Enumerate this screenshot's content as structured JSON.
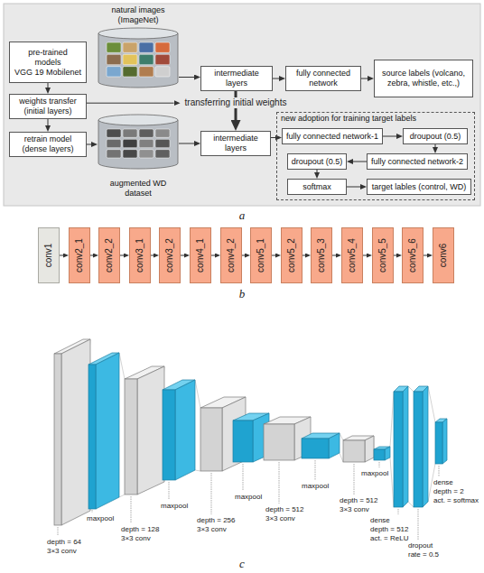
{
  "diagram": {
    "nodes": [
      {
        "text": [
          "natural images (ImageNet)"
        ]
      },
      {
        "text": [
          "pre-trained models",
          "VGG 19 Mobilenet"
        ]
      },
      {
        "text": [
          "intermediate layers"
        ]
      },
      {
        "text": [
          "fully connected network"
        ]
      },
      {
        "text": [
          "source labels (volcano, zebra, whistle, etc.,)"
        ]
      },
      {
        "text": [
          "weights transfer (initial layers)"
        ]
      },
      {
        "text": [
          "retrain model (dense layers)"
        ]
      },
      {
        "text": [
          "augmented WD dataset"
        ]
      },
      {
        "text": [
          "intermediate layers"
        ]
      },
      {
        "text": [
          "new adoption for training target labels"
        ]
      },
      {
        "text": [
          "fully connected network-1"
        ],
        "in": 9
      },
      {
        "text": [
          "droupout (0.5)"
        ],
        "in": 9
      },
      {
        "text": [
          "fully connected network-2"
        ],
        "in": 9
      },
      {
        "text": [
          "droupout (0.5)"
        ],
        "in": 9
      },
      {
        "text": [
          "softmax"
        ],
        "in": 9
      },
      {
        "text": [
          "target lables (control, WD)"
        ],
        "in": 9
      },
      {
        "text": [
          "conv1"
        ]
      },
      {
        "text": [
          "conv2_1"
        ]
      },
      {
        "text": [
          "conv2_2"
        ]
      },
      {
        "text": [
          "conv3_1"
        ]
      },
      {
        "text": [
          "conv3_2"
        ]
      },
      {
        "text": [
          "conv4_1"
        ]
      },
      {
        "text": [
          "conv4_2"
        ]
      },
      {
        "text": [
          "conv5_1"
        ]
      },
      {
        "text": [
          "conv5_2"
        ]
      },
      {
        "text": [
          "conv5_3"
        ]
      },
      {
        "text": [
          "conv5_4"
        ]
      },
      {
        "text": [
          "conv5_5"
        ]
      },
      {
        "text": [
          "conv5_6"
        ]
      },
      {
        "text": [
          "conv6"
        ]
      }
    ],
    "edges": [
      {
        "from": 1,
        "to": 5,
        "arrow": "to"
      },
      {
        "from": 5,
        "to": 6,
        "arrow": "to"
      },
      {
        "from": 6,
        "to": 7,
        "arrow": "to"
      },
      {
        "from": 0,
        "to": 2,
        "arrow": "to"
      },
      {
        "from": 2,
        "to": 3,
        "arrow": "to"
      },
      {
        "from": 3,
        "to": 4,
        "arrow": "to"
      },
      {
        "from": 7,
        "to": 8,
        "arrow": "to"
      },
      {
        "from": 2,
        "to": 8,
        "label": "transferring initial weights",
        "arrow": "to"
      },
      {
        "from": 8,
        "to": 10,
        "arrow": "to"
      },
      {
        "from": 10,
        "to": 11,
        "arrow": "to"
      },
      {
        "from": 11,
        "to": 12,
        "arrow": "to"
      },
      {
        "from": 12,
        "to": 13,
        "arrow": "to"
      },
      {
        "from": 13,
        "to": 14,
        "arrow": "to"
      },
      {
        "from": 14,
        "to": 15,
        "arrow": "to"
      },
      {
        "from": 16,
        "to": 17,
        "arrow": "to"
      },
      {
        "from": 17,
        "to": 18,
        "arrow": "to"
      },
      {
        "from": 18,
        "to": 19,
        "arrow": "to"
      },
      {
        "from": 19,
        "to": 20,
        "arrow": "to"
      },
      {
        "from": 20,
        "to": 21,
        "arrow": "to"
      },
      {
        "from": 21,
        "to": 22,
        "arrow": "to"
      },
      {
        "from": 22,
        "to": 23,
        "arrow": "to"
      },
      {
        "from": 23,
        "to": 24,
        "arrow": "to"
      },
      {
        "from": 24,
        "to": 25,
        "arrow": "to"
      },
      {
        "from": 25,
        "to": 26,
        "arrow": "to"
      },
      {
        "from": 26,
        "to": 27,
        "arrow": "to"
      },
      {
        "from": 27,
        "to": 28,
        "arrow": "to"
      },
      {
        "from": 28,
        "to": 29,
        "arrow": "to"
      }
    ],
    "labels": [
      "a",
      "b",
      "depth = 64",
      "3×3 conv",
      "maxpool",
      "depth = 128",
      "3×3 conv",
      "maxpool",
      "depth = 256",
      "3×3 conv",
      "maxpool",
      "depth = 512",
      "3×3 conv",
      "maxpool",
      "depth = 512",
      "3×3 conv",
      "maxpool",
      "dense",
      "depth = 512",
      "act. = ReLU",
      "dropout",
      "rate = 0.5",
      "dense",
      "depth = 2",
      "act. = softmax",
      "c"
    ]
  }
}
